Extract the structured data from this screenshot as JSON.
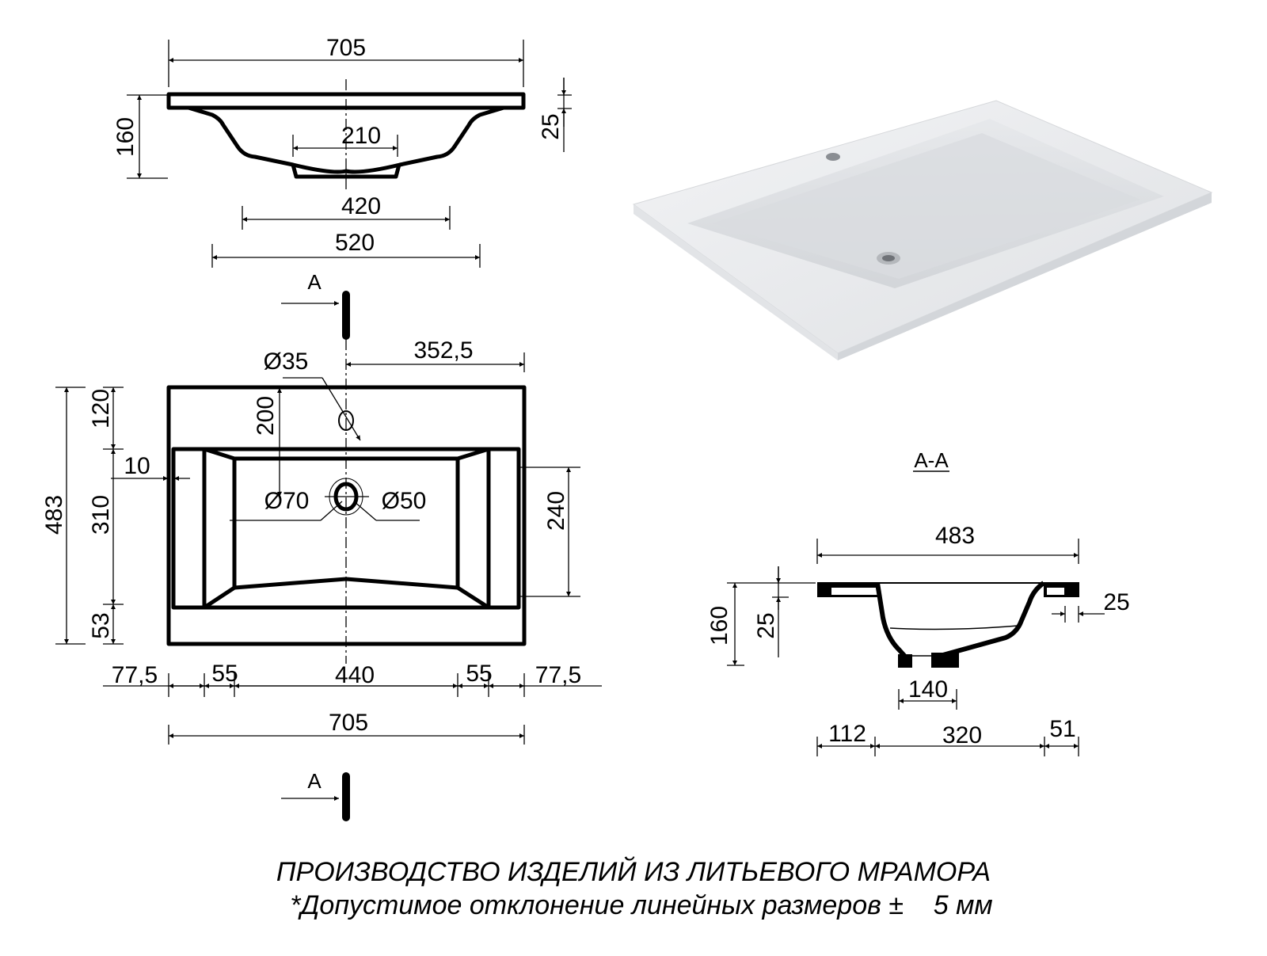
{
  "top_view": {
    "dims": {
      "overall_width": "705",
      "height": "160",
      "rim_thickness": "25",
      "drain_width": "210",
      "bowl_bottom_width": "420",
      "bowl_top_width": "520"
    }
  },
  "plan_view": {
    "section_marker": "A",
    "dims": {
      "overall_width": "705",
      "half_width": "352,5",
      "depth": "483",
      "back_ledge": "120",
      "bowl_depth": "310",
      "front_ledge": "53",
      "side_offset": "10",
      "faucet_to_drain": "200",
      "inner_depth": "240",
      "faucet_hole": "Ø35",
      "drain_outer": "Ø70",
      "drain_inner": "Ø50",
      "seg_left_margin": "77,5",
      "seg_left_slope": "55",
      "seg_center": "440",
      "seg_right_slope": "55",
      "seg_right_margin": "77,5"
    }
  },
  "section_view": {
    "title": "A-A",
    "dims": {
      "width": "483",
      "height": "160",
      "rim": "25",
      "rim_right": "25",
      "drain": "140",
      "seg_front": "112",
      "seg_bowl": "320",
      "seg_back": "51"
    }
  },
  "product_photo": {
    "alt": "white cast marble washbasin"
  },
  "footer": {
    "line1": "ПРОИЗВОДСТВО ИЗДЕЛИЙ ИЗ ЛИТЬЕВОГО МРАМОРА",
    "line2": "*Допустимое отклонение линейных размеров ±    5 мм"
  }
}
